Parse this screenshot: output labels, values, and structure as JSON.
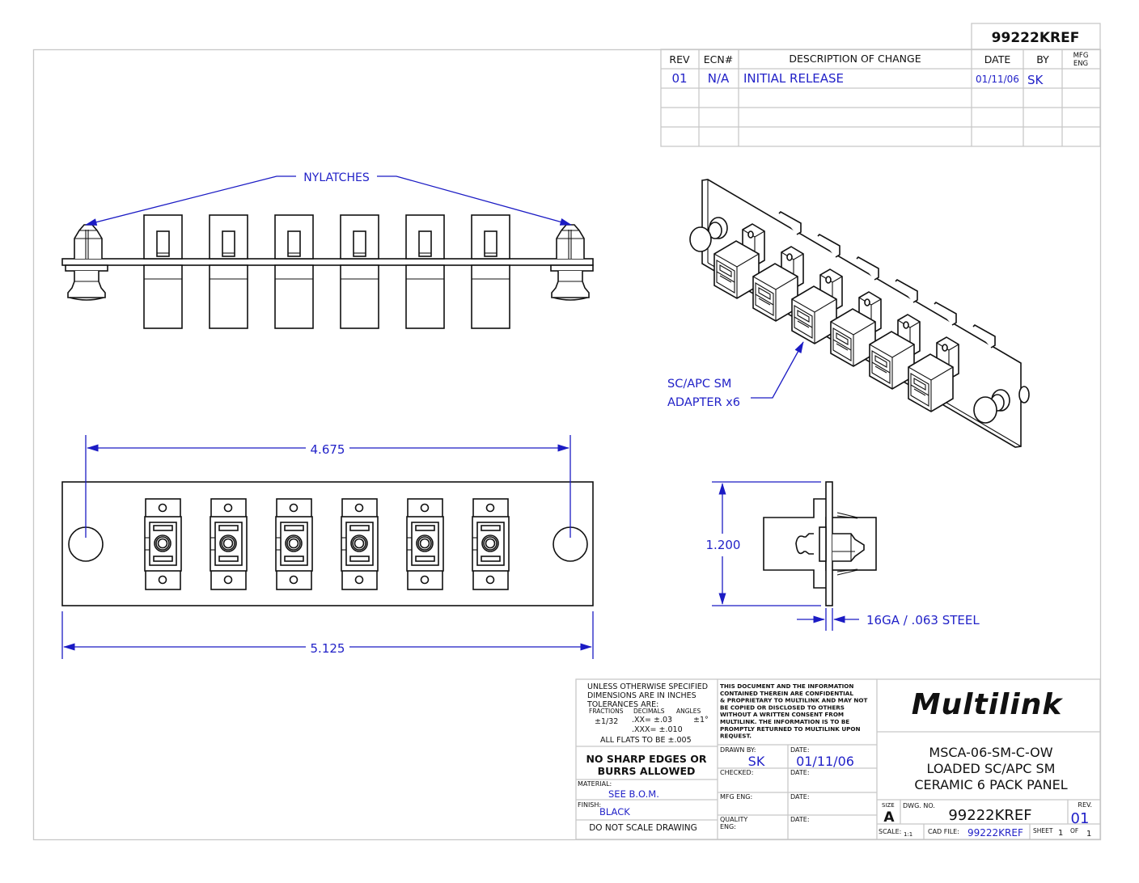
{
  "drawing_number_header": "99222KREF",
  "revision_table": {
    "headers": [
      "REV",
      "ECN#",
      "DESCRIPTION OF CHANGE",
      "DATE",
      "BY",
      "MFG ENG"
    ],
    "mfg_eng_line1": "MFG",
    "mfg_eng_line2": "ENG",
    "rows": [
      {
        "rev": "01",
        "ecn": "N/A",
        "description": "INITIAL RELEASE",
        "date": "01/11/06",
        "by": "SK",
        "mfg_eng": ""
      },
      {
        "rev": "",
        "ecn": "",
        "description": "",
        "date": "",
        "by": "",
        "mfg_eng": ""
      },
      {
        "rev": "",
        "ecn": "",
        "description": "",
        "date": "",
        "by": "",
        "mfg_eng": ""
      },
      {
        "rev": "",
        "ecn": "",
        "description": "",
        "date": "",
        "by": "",
        "mfg_eng": ""
      }
    ]
  },
  "callouts": {
    "nylatches": "NYLATCHES",
    "adapter_line1": "SC/APC SM",
    "adapter_line2": "ADAPTER x6",
    "thickness": "16GA / .063 STEEL"
  },
  "dimensions": {
    "hole_spacing": "4.675",
    "overall_width": "5.125",
    "height": "1.200"
  },
  "views": {
    "adapter_count": 6
  },
  "title_block": {
    "tolerances": {
      "line1": "UNLESS OTHERWISE SPECIFIED",
      "line2": "DIMENSIONS ARE IN INCHES",
      "line3": "TOLERANCES ARE:",
      "fractions_label": "FRACTIONS",
      "decimals_label": "DECIMALS",
      "angles_label": "ANGLES",
      "fraction_value": "±1/32",
      "decimal_xx": ".XX= ±.03",
      "decimal_xxx": ".XXX= ±.010",
      "angle_value": "±1°",
      "flats": "ALL FLATS TO BE ±.005"
    },
    "no_sharp_line1": "NO SHARP EDGES OR",
    "no_sharp_line2": "BURRS ALLOWED",
    "material_label": "MATERIAL:",
    "material_value": "SEE B.O.M.",
    "finish_label": "FINISH:",
    "finish_value": "BLACK",
    "do_not_scale": "DO NOT SCALE DRAWING",
    "confidential": [
      "THIS DOCUMENT AND THE INFORMATION",
      "CONTAINED THEREIN ARE CONFIDENTIAL",
      "& PROPRIETARY TO MULTILINK AND MAY NOT",
      "BE COPIED OR DISCLOSED TO OTHERS",
      "WITHOUT A WRITTEN CONSENT FROM",
      "MULTILINK. THE INFORMATION IS TO BE",
      "PROMPTLY RETURNED TO MULTILINK UPON",
      "REQUEST."
    ],
    "drawn_by_label": "DRAWN BY:",
    "drawn_by_value": "SK",
    "date_label": "DATE:",
    "drawn_date_value": "01/11/06",
    "checked_label": "CHECKED:",
    "mfg_eng_label": "MFG ENG:",
    "quality_label_line1": "QUALITY",
    "quality_label_line2": "ENG:",
    "company_logo": "Multilink",
    "part_title_line1": "MSCA-06-SM-C-OW",
    "part_title_line2": "LOADED SC/APC SM",
    "part_title_line3": "CERAMIC 6 PACK PANEL",
    "size_label": "SIZE",
    "size_value": "A",
    "dwg_no_label": "DWG. NO.",
    "dwg_no_value": "99222KREF",
    "rev_label": "REV.",
    "rev_value": "01",
    "scale_label": "SCALE:",
    "scale_value": "1:1",
    "cad_file_label": "CAD  FILE:",
    "cad_file_value": "99222KREF",
    "sheet_label": "SHEET",
    "sheet_value": "1",
    "of_label": "OF",
    "of_value": "1"
  },
  "colors": {
    "annotation_blue": "#2222c8",
    "line_black": "#111111",
    "grid_gray": "#c8c8c8"
  }
}
